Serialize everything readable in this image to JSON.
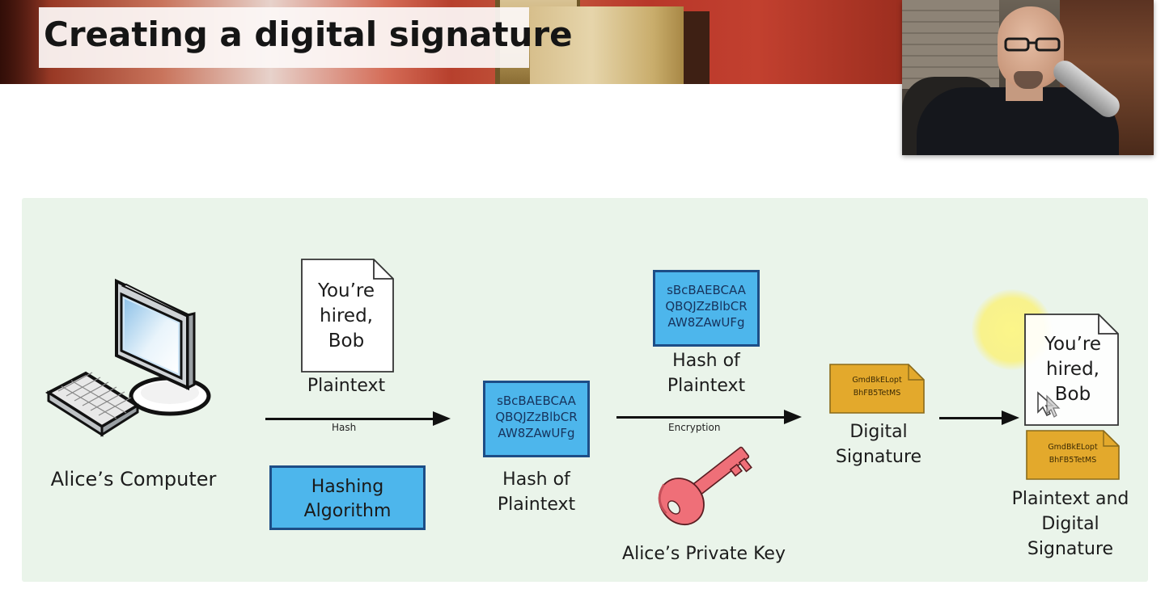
{
  "slide": {
    "title": "Creating a digital signature"
  },
  "diagram": {
    "computer_label": "Alice’s Computer",
    "plaintext_doc_lines": [
      "You’re",
      "hired,",
      "Bob"
    ],
    "plaintext_label": "Plaintext",
    "hash_arrow_label": "Hash",
    "hashing_algorithm_label": "Hashing Algorithm",
    "hash_box_lines": [
      "sBcBAEBCAA",
      "QBQJZzBlbCR",
      "AW8ZAwUFg"
    ],
    "hash_label": "Hash of Plaintext",
    "encryption_arrow_label": "Encryption",
    "private_key_label": "Alice’s Private Key",
    "signature_lines": [
      "GmdBkELopt",
      "BhFB5TetMS"
    ],
    "signature_label": "Digital Signature",
    "final_doc_lines": [
      "You’re",
      "hired,",
      "Bob"
    ],
    "final_label": "Plaintext and Digital Signature"
  },
  "colors": {
    "panel_bg": "#eaf4ea",
    "hash_fill": "#4db6ec",
    "hash_border": "#1d4d86",
    "signature_fill": "#e3a92c",
    "key_fill": "#ef6f78",
    "highlight": "#fff27a"
  }
}
